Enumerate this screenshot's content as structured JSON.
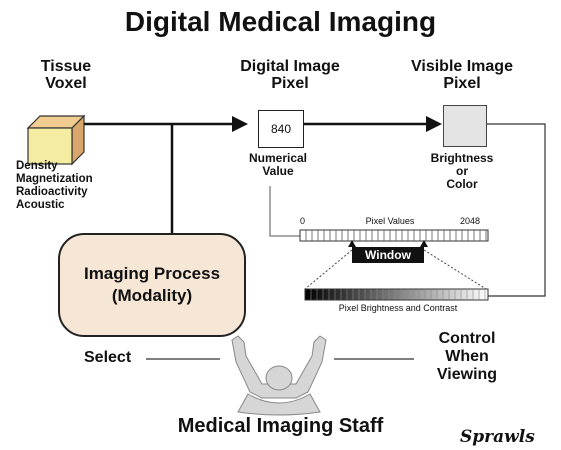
{
  "title": "Digital Medical Imaging",
  "tissue": {
    "line1": "Tissue",
    "line2": "Voxel",
    "properties": [
      "Density",
      "Magnetization",
      "Radioactivity",
      "Acoustic"
    ]
  },
  "digital_pixel": {
    "line1": "Digital Image",
    "line2": "Pixel",
    "value": "840",
    "caption_line1": "Numerical",
    "caption_line2": "Value"
  },
  "visible_pixel": {
    "line1": "Visible Image",
    "line2": "Pixel",
    "caption_line1": "Brightness",
    "caption_line2": "or",
    "caption_line3": "Color"
  },
  "process": {
    "line1": "Imaging Process",
    "line2": "(Modality)"
  },
  "pixel_scale": {
    "min": "0",
    "label": "Pixel Values",
    "max": "2048"
  },
  "window_label": "Window",
  "brightness_label": "Pixel Brightness and Contrast",
  "select_label": "Select",
  "control": {
    "line1": "Control",
    "line2": "When",
    "line3": "Viewing"
  },
  "staff_label": "Medical Imaging Staff",
  "signature": "Sprawls",
  "colors": {
    "voxel_front": "#f4eca0",
    "voxel_side": "#d8a56a",
    "voxel_top": "#f0cc90",
    "process_fill": "#f6e6d6",
    "visible_pixel": "#e4e4e4",
    "window": "#111111"
  }
}
